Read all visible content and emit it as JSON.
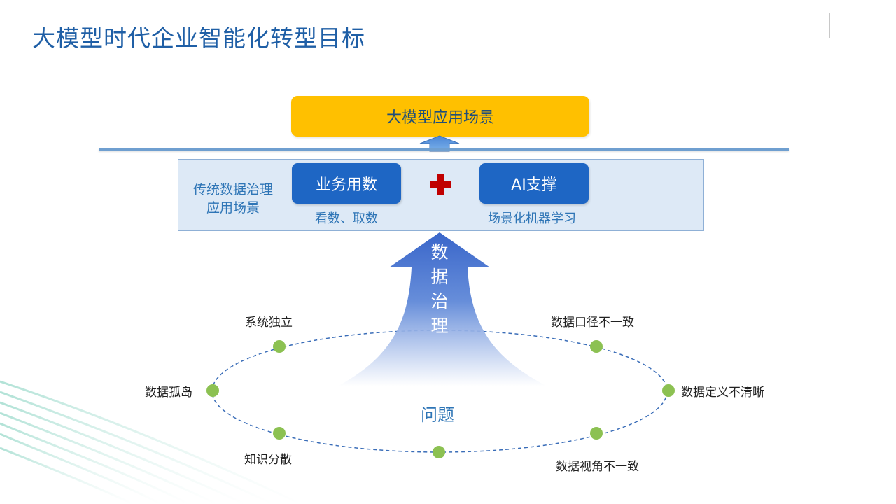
{
  "page": {
    "title": "大模型时代企业智能化转型目标"
  },
  "top_box": {
    "label": "大模型应用场景"
  },
  "panel": {
    "label": "传统数据治理 应用场景",
    "left_pill": "业务用数",
    "left_sub": "看数、取数",
    "right_pill": "AI支撑",
    "right_sub": "场景化机器学习"
  },
  "arrow": {
    "text": "数据治理"
  },
  "center_label": "问题",
  "nodes": [
    "系统独立",
    "数据口径不一致",
    "数据孤岛",
    "数据定义不清晰",
    "知识分散",
    "数据视角不一致"
  ],
  "colors": {
    "title": "#1f5fa6",
    "top_box": "#ffc000",
    "pill": "#1e66c4",
    "panel_bg": "#dde9f6",
    "node_dot": "#8cc152",
    "plus": "#c00000"
  }
}
